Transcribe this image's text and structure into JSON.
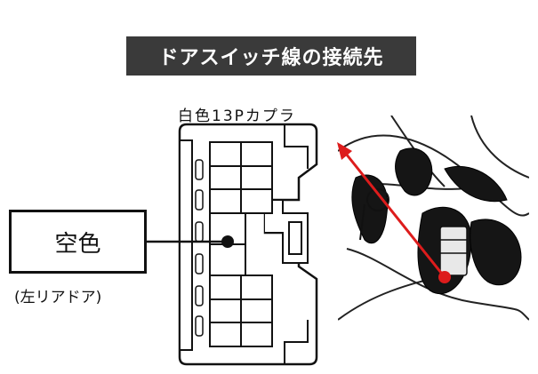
{
  "title": "ドアスイッチ線の接続先",
  "connector": {
    "label": "白色13Pカプラ"
  },
  "wire": {
    "color_label": "空色",
    "position_note": "(左リアドア)"
  },
  "colors": {
    "banner_bg": "#3a3a3a",
    "arrow": "#dd1c1c",
    "line": "#111111"
  },
  "icons": {
    "pin_marker": "black-dot",
    "arrow": "red-arrow"
  }
}
